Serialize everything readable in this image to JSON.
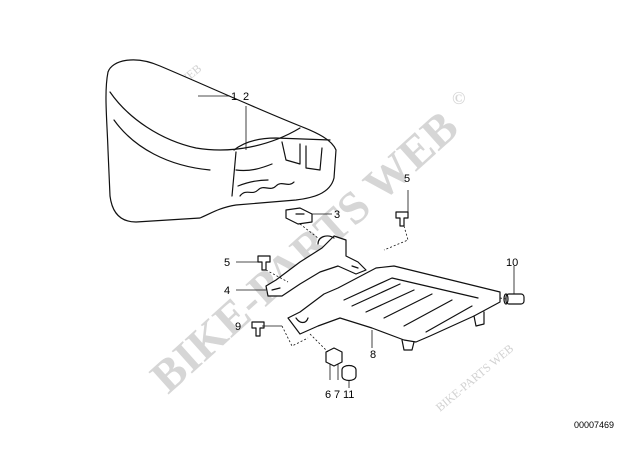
{
  "watermark": {
    "main": "BIKE-PARTS WEB",
    "small": "BIKE-PARTS WEB",
    "symbol": "©"
  },
  "callouts": {
    "c1": "1",
    "c2": "2",
    "c3": "3",
    "c4": "4",
    "c5a": "5",
    "c5b": "5",
    "c6": "6",
    "c7": "7",
    "c8": "8",
    "c9": "9",
    "c10": "10",
    "c11": "11"
  },
  "diagram_ref": "00007469"
}
